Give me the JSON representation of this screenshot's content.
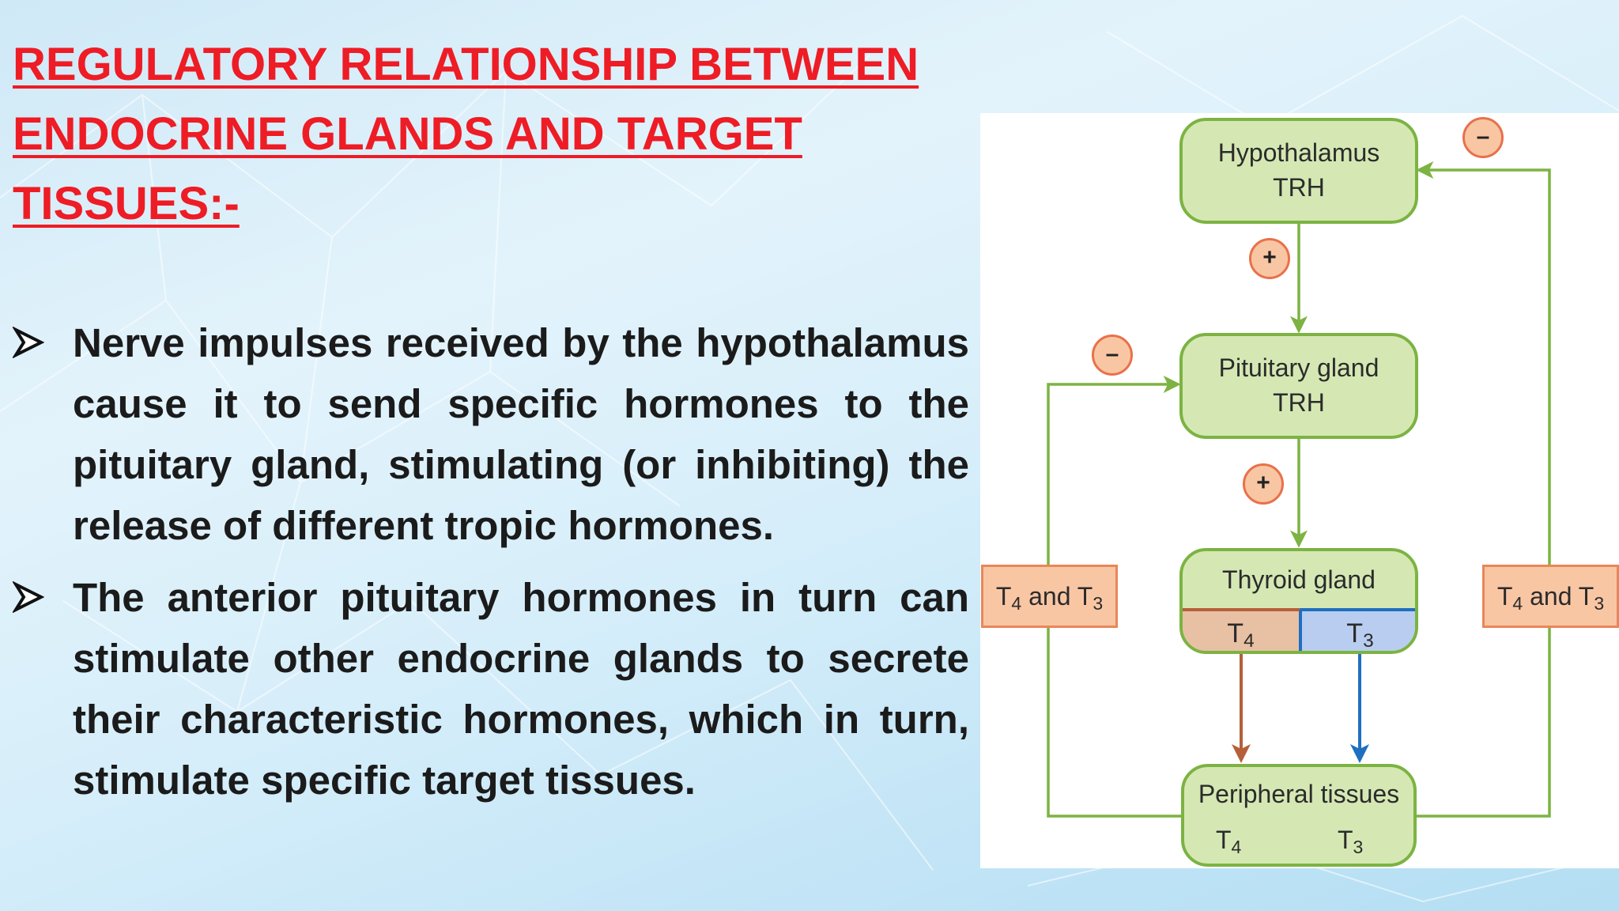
{
  "title": {
    "line1": "REGULATORY RELATIONSHIP BETWEEN",
    "line2": "ENDOCRINE GLANDS AND TARGET",
    "line3": "TISSUES:-"
  },
  "bullets": [
    {
      "text": "Nerve impulses received by the hypothalamus cause it to send specific hormones to the pituitary gland, stimulating (or inhibiting) the release of different tropic hormones."
    },
    {
      "text": "The anterior pituitary hormones in turn can stimulate other endocrine glands to secrete their characteristic hormones, which in turn, stimulate specific target tissues."
    }
  ],
  "diagram": {
    "hypothalamus": {
      "name": "Hypothalamus",
      "hormone": "TRH"
    },
    "pituitary": {
      "name": "Pituitary gland",
      "hormone": "TRH"
    },
    "thyroid": {
      "name": "Thyroid gland",
      "left_base": "T",
      "left_sub": "4",
      "right_base": "T",
      "right_sub": "3"
    },
    "peripheral": {
      "name": "Peripheral tissues",
      "from_base": "T",
      "from_sub": "4",
      "to_base": "T",
      "to_sub": "3"
    },
    "feedback_label": {
      "base_a": "T",
      "sub_a": "4",
      "mid": " and ",
      "base_b": "T",
      "sub_b": "3"
    },
    "signs": {
      "plus": "+",
      "minus": "–"
    },
    "colors": {
      "box_fill": "#d5e8b4",
      "box_border": "#7cb342",
      "t4_fill": "#e8c0a4",
      "t4_arrow": "#b5603a",
      "t3_fill": "#b9cdf0",
      "t3_arrow": "#1f6fc0",
      "label_fill": "#f9c6a4",
      "sign_border": "#e8714a"
    }
  }
}
